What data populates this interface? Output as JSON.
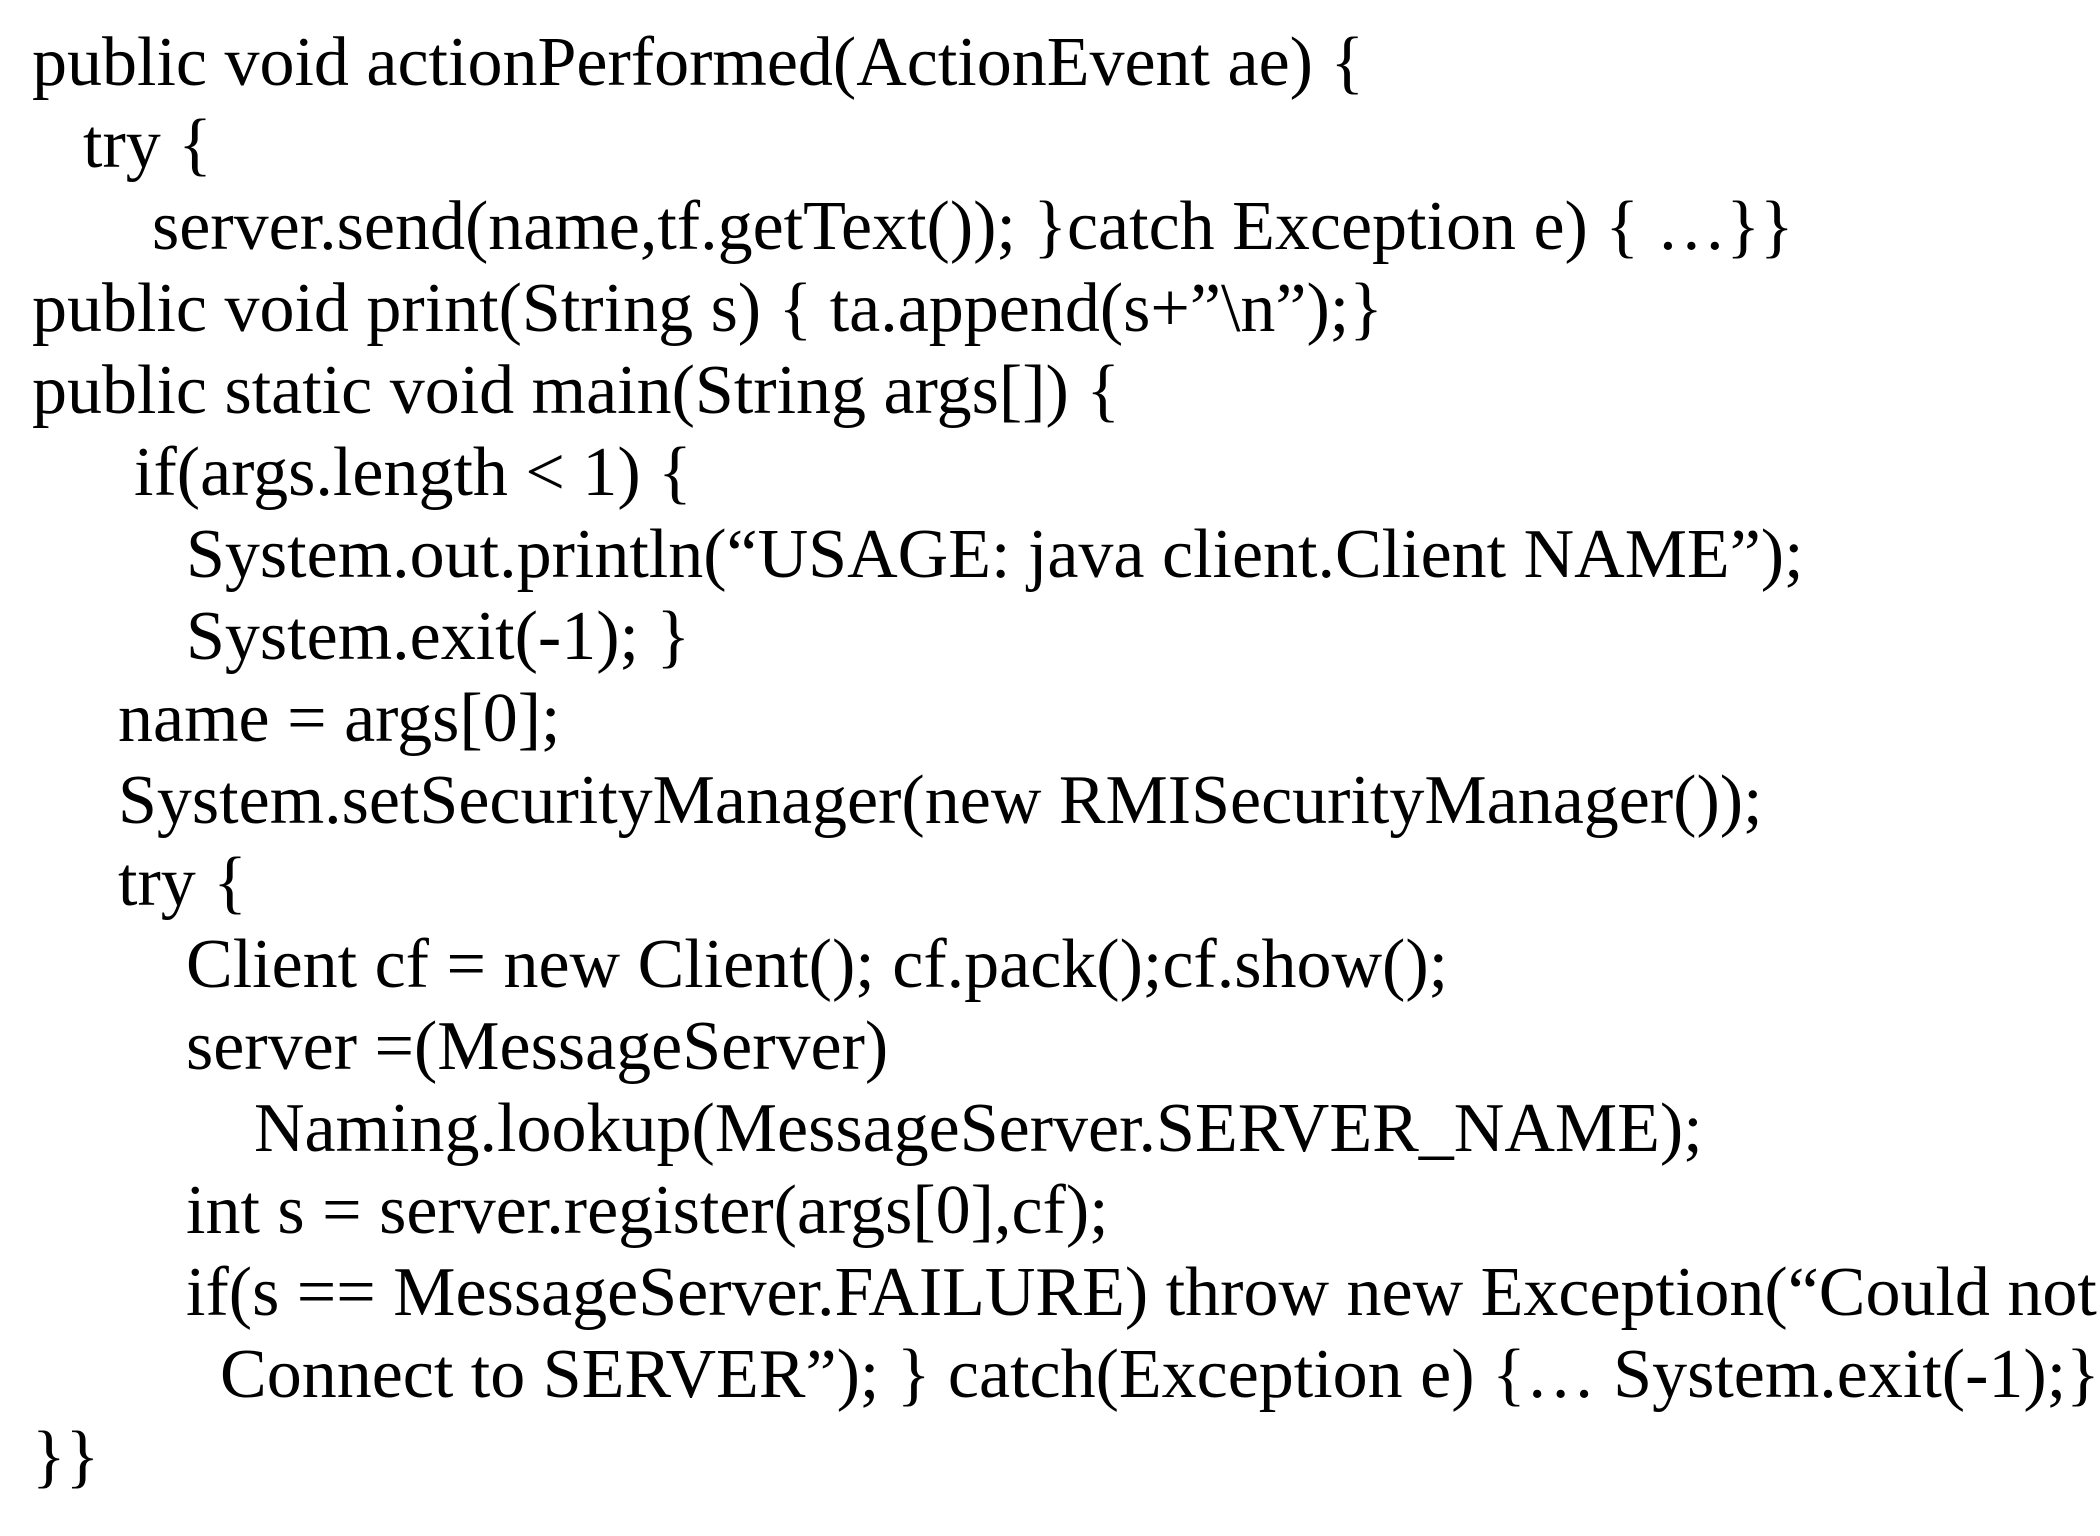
{
  "code_lines": [
    "public void actionPerformed(ActionEvent ae) {",
    "try {",
    "server.send(name,tf.getText()); }catch Exception e) { …}}",
    "public void print(String s) { ta.append(s+”\\n”);}",
    "public static void main(String args[]) {",
    "if(args.length < 1) {",
    "System.out.println(“USAGE: java client.Client NAME”);",
    "System.exit(-1); }",
    "name = args[0];",
    "System.setSecurityManager(new RMISecurityManager());",
    "try {",
    "Client cf = new Client(); cf.pack();cf.show();",
    "server =(MessageServer)",
    "Naming.lookup(MessageServer.SERVER_NAME);",
    "int s = server.register(args[0],cf);",
    "if(s == MessageServer.FAILURE) throw new Exception(“Could not",
    "Connect to SERVER”); } catch(Exception e) {… System.exit(-1);}",
    "}}"
  ]
}
